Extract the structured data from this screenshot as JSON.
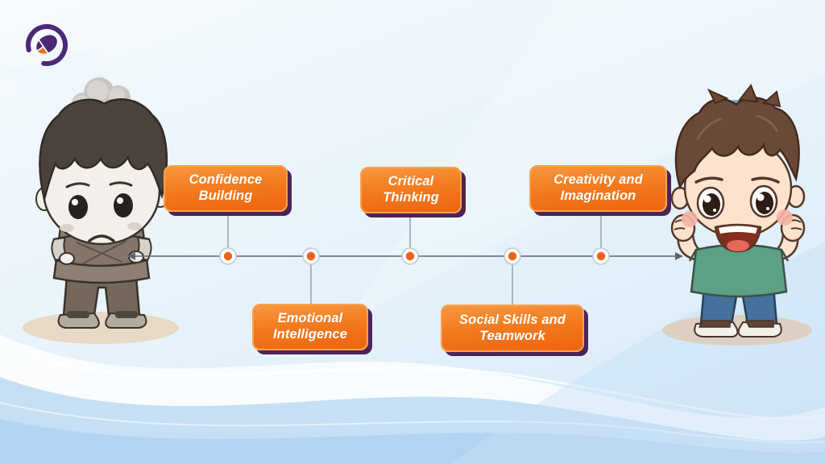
{
  "brand": {
    "logo": "purple-ring-mouse-logo"
  },
  "timeline": {
    "node_count": 5,
    "items": [
      {
        "label": "Confidence Building",
        "side": "top"
      },
      {
        "label": "Emotional Intelligence",
        "side": "bottom"
      },
      {
        "label": "Critical Thinking",
        "side": "top"
      },
      {
        "label": "Social Skills and Teamwork",
        "side": "bottom"
      },
      {
        "label": "Creativity and Imagination",
        "side": "top"
      }
    ]
  },
  "characters": {
    "left": {
      "name": "sad-boy-illustration",
      "style": "grayscale",
      "overhead_icon": "sad-storm-cloud-icon"
    },
    "right": {
      "name": "happy-boy-illustration",
      "style": "color",
      "overhead_icon": "curved-double-arrow-icon"
    }
  },
  "colors": {
    "label_box_orange": "#F3731B",
    "label_box_border": "#F9A24D",
    "label_box_shadow_purple": "#4C2458",
    "label_text": "#FFFFFF",
    "timeline_line": "#5F656C",
    "timeline_dot_orange": "#E8631C",
    "overhead_arrow_blue": "#63A9E2",
    "logo_purple": "#4C2878",
    "logo_orange": "#E8721B",
    "background_blue": "#D9EBF8"
  }
}
